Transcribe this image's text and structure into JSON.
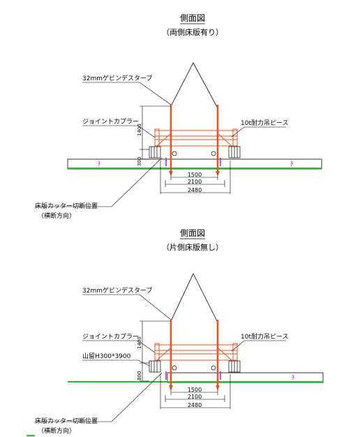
{
  "top": {
    "title": "側面図",
    "subtitle": "（両側床版有り）",
    "label_sling": "32mmゲビンデスターブ",
    "label_coupler": "ジョイントカプラー",
    "label_piece": "10t耐力吊ピース",
    "label_cut": "床版カッター切断位置",
    "label_cut_sub": "（横断方向）",
    "dim_height": "1400",
    "dim_small": "300",
    "dim_1500": "1500",
    "dim_2100": "2100",
    "dim_2480": "2480"
  },
  "bottom": {
    "title": "側面図",
    "subtitle": "（片側床版無し）",
    "label_sling": "32mmゲビンデスターブ",
    "label_coupler": "ジョイントカプラー",
    "label_piece": "10t耐力吊ピース",
    "label_beam": "山留H300*3900",
    "label_cut": "床版カッター切断位置",
    "label_cut_sub": "（横断方向）",
    "dim_height": "1400",
    "dim_small": "800",
    "dim_1500": "1500",
    "dim_2100": "2100",
    "dim_2480": "2480"
  },
  "colors": {
    "line": "#000000",
    "orange": "#e8521e",
    "green": "#22c020",
    "magenta": "#d010d0"
  }
}
